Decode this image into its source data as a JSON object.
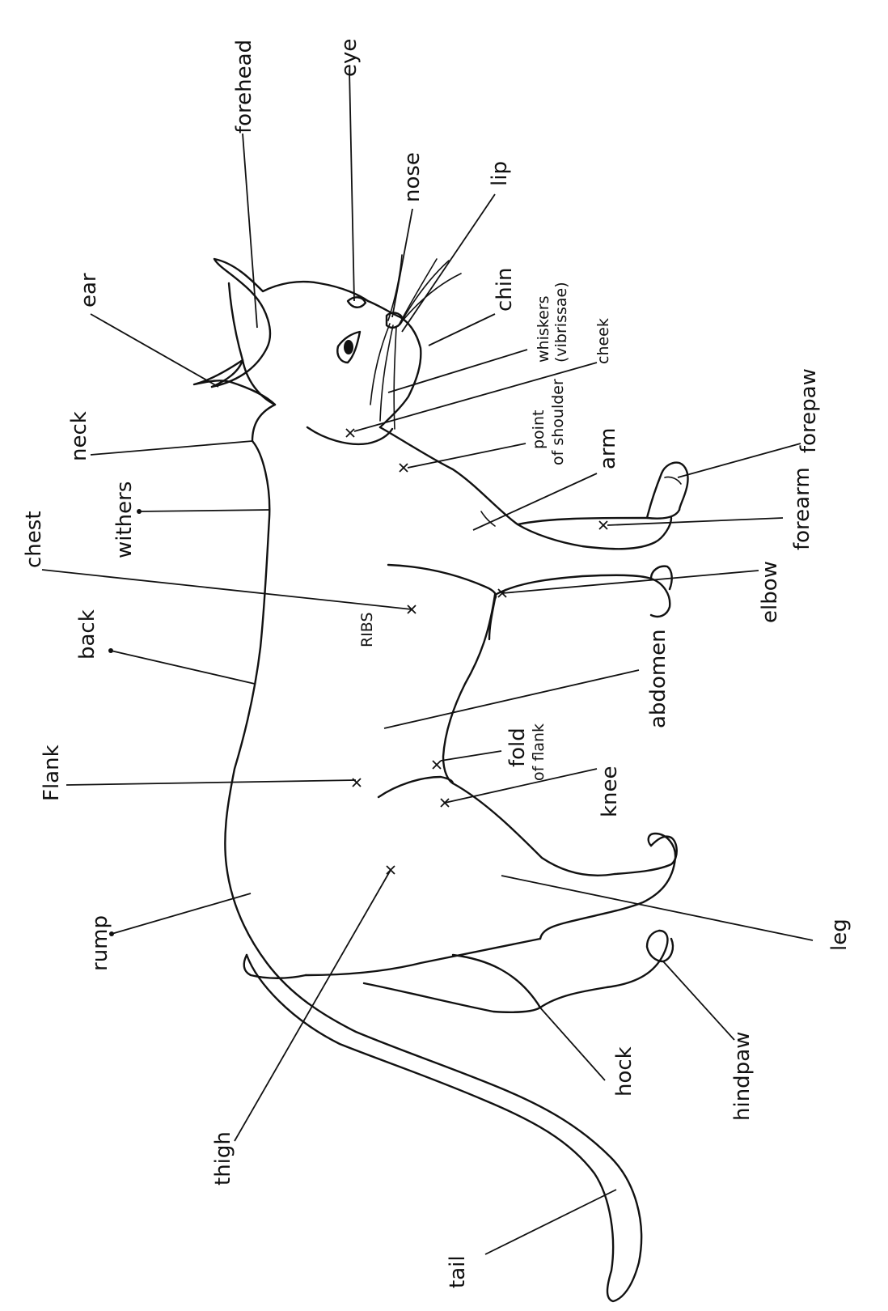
{
  "diagram": {
    "labels": {
      "eye": "eye",
      "forehead": "forehead",
      "nose": "nose",
      "lip": "lip",
      "ear": "ear",
      "chin": "chin",
      "whiskers": "whiskers",
      "vibrissae": "(vibrissae)",
      "cheek": "cheek",
      "neck": "neck",
      "point": "point",
      "of_shoulder": "of shoulder",
      "forepaw": "forepaw",
      "arm": "arm",
      "withers": "withers",
      "forearm": "forearm",
      "chest": "chest",
      "elbow": "elbow",
      "ribs": "RIBS",
      "back": "back",
      "abdomen": "abdomen",
      "fold": "fold",
      "of_flank": "of flank",
      "flank": "Flank",
      "knee": "knee",
      "rump": "rump",
      "leg": "leg",
      "hindpaw": "hindpaw",
      "hock": "hock",
      "thigh": "thigh",
      "tail": "tail"
    }
  }
}
